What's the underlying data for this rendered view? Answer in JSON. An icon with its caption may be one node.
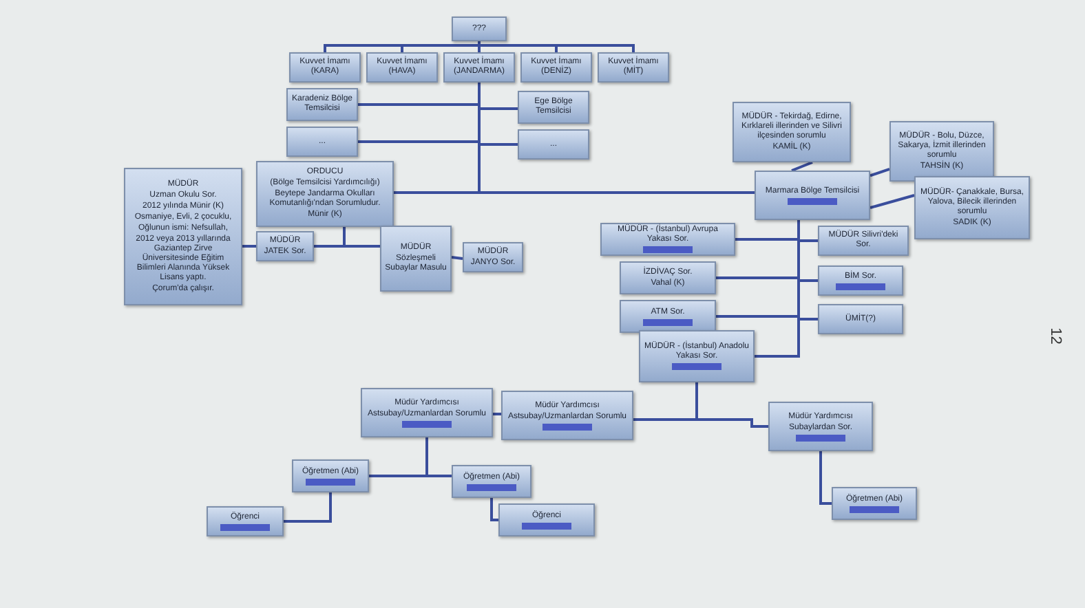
{
  "diagram": {
    "nodes": [
      {
        "text": [
          "???"
        ]
      },
      {
        "text": [
          "Kuvvet İmamı (KARA)"
        ]
      },
      {
        "text": [
          "Kuvvet İmamı (HAVA)"
        ]
      },
      {
        "text": [
          "Kuvvet İmamı (JANDARMA)"
        ]
      },
      {
        "text": [
          "Kuvvet İmamı (DENİZ)"
        ]
      },
      {
        "text": [
          "Kuvvet İmamı (MİT)"
        ]
      },
      {
        "text": [
          "Karadeniz Bölge Temsilcisi"
        ]
      },
      {
        "text": [
          "Ege Bölge Temsilcisi"
        ]
      },
      {
        "text": [
          "..."
        ]
      },
      {
        "text": [
          "..."
        ]
      },
      {
        "text": [
          "ORDUCU",
          "(Bölge Temsilcisi Yardımcılığı)",
          "Beytepe Jandarma Okulları Komutanlığı'ndan Sorumludur.",
          "Münir (K)"
        ]
      },
      {
        "text": [
          "MÜDÜR",
          "Uzman Okulu Sor.",
          "2012 yılında Münir (K)",
          "Osmaniye, Evli, 2 çocuklu,",
          "Oğlunun ismi: Nefsullah,",
          "2012 veya 2013 yıllarında Gaziantep Zirve Üniversitesinde Eğitim Bilimleri Alanında Yüksek Lisans yaptı.",
          "Çorum'da çalışır."
        ]
      },
      {
        "text": [
          "MÜDÜR",
          "JATEK Sor."
        ]
      },
      {
        "text": [
          "MÜDÜR",
          "Sözleşmeli Subaylar Masulu"
        ]
      },
      {
        "text": [
          "MÜDÜR",
          "JANYO Sor."
        ]
      },
      {
        "text": [
          "MÜDÜR - Tekirdağ, Edirne, Kırklareli illerinden ve Silivri ilçesinden sorumlu",
          "KAMİL (K)"
        ]
      },
      {
        "text": [
          "MÜDÜR - Bolu, Düzce, Sakarya, İzmit illerinden sorumlu",
          "TAHSİN (K)"
        ]
      },
      {
        "text": [
          "Marmara Bölge Temsilcisi"
        ]
      },
      {
        "text": [
          "MÜDÜR- Çanakkale, Bursa, Yalova, Bilecik illerinden sorumlu",
          "SADIK (K)"
        ]
      },
      {
        "text": [
          "MÜDÜR - (İstanbul) Avrupa Yakası Sor."
        ]
      },
      {
        "text": [
          "MÜDÜR Silivri'deki Sor."
        ]
      },
      {
        "text": [
          "İZDİVAÇ Sor.",
          "Vahal (K)"
        ]
      },
      {
        "text": [
          "BİM Sor."
        ]
      },
      {
        "text": [
          "ATM Sor."
        ]
      },
      {
        "text": [
          "ÜMİT(?)"
        ]
      },
      {
        "text": [
          "MÜDÜR - (İstanbul) Anadolu Yakası Sor."
        ]
      },
      {
        "text": [
          "Müdür Yardımcısı",
          "Astsubay/Uzmanlardan Sorumlu"
        ]
      },
      {
        "text": [
          "Müdür Yardımcısı",
          "Astsubay/Uzmanlardan Sorumlu"
        ]
      },
      {
        "text": [
          "Müdür Yardımcısı",
          "Subaylardan Sor."
        ]
      },
      {
        "text": [
          "Öğretmen (Abi)"
        ]
      },
      {
        "text": [
          "Öğretmen (Abi)"
        ]
      },
      {
        "text": [
          "Öğrenci"
        ]
      },
      {
        "text": [
          "Öğretmen (Abi)"
        ]
      },
      {
        "text": [
          "Öğrenci"
        ]
      }
    ],
    "edges": [
      {
        "from": 0,
        "to": 1,
        "arrow": "none"
      },
      {
        "from": 0,
        "to": 2,
        "arrow": "none"
      },
      {
        "from": 0,
        "to": 3,
        "arrow": "none"
      },
      {
        "from": 0,
        "to": 4,
        "arrow": "none"
      },
      {
        "from": 0,
        "to": 5,
        "arrow": "none"
      },
      {
        "from": 3,
        "to": 6,
        "arrow": "none"
      },
      {
        "from": 3,
        "to": 7,
        "arrow": "none"
      },
      {
        "from": 3,
        "to": 8,
        "arrow": "none"
      },
      {
        "from": 3,
        "to": 9,
        "arrow": "none"
      },
      {
        "from": 3,
        "to": 10,
        "arrow": "none"
      },
      {
        "from": 3,
        "to": 17,
        "arrow": "none"
      },
      {
        "from": 10,
        "to": 12,
        "arrow": "none"
      },
      {
        "from": 10,
        "to": 13,
        "arrow": "none"
      },
      {
        "from": 11,
        "to": 12,
        "arrow": "none"
      },
      {
        "from": 13,
        "to": 14,
        "arrow": "none"
      },
      {
        "from": 17,
        "to": 15,
        "arrow": "none"
      },
      {
        "from": 17,
        "to": 16,
        "arrow": "none"
      },
      {
        "from": 17,
        "to": 18,
        "arrow": "none"
      },
      {
        "from": 17,
        "to": 19,
        "arrow": "none"
      },
      {
        "from": 17,
        "to": 20,
        "arrow": "none"
      },
      {
        "from": 17,
        "to": 21,
        "arrow": "none"
      },
      {
        "from": 17,
        "to": 22,
        "arrow": "none"
      },
      {
        "from": 17,
        "to": 23,
        "arrow": "none"
      },
      {
        "from": 17,
        "to": 24,
        "arrow": "none"
      },
      {
        "from": 17,
        "to": 25,
        "arrow": "none"
      },
      {
        "from": 25,
        "to": 27,
        "arrow": "none"
      },
      {
        "from": 25,
        "to": 28,
        "arrow": "none"
      },
      {
        "from": 26,
        "to": 27,
        "arrow": "none"
      },
      {
        "from": 26,
        "to": 29,
        "arrow": "none"
      },
      {
        "from": 26,
        "to": 30,
        "arrow": "none"
      },
      {
        "from": 30,
        "to": 31,
        "arrow": "none"
      },
      {
        "from": 29,
        "to": 33,
        "arrow": "none"
      },
      {
        "from": 28,
        "to": 32,
        "arrow": "none"
      }
    ],
    "labels": [
      "12"
    ]
  }
}
